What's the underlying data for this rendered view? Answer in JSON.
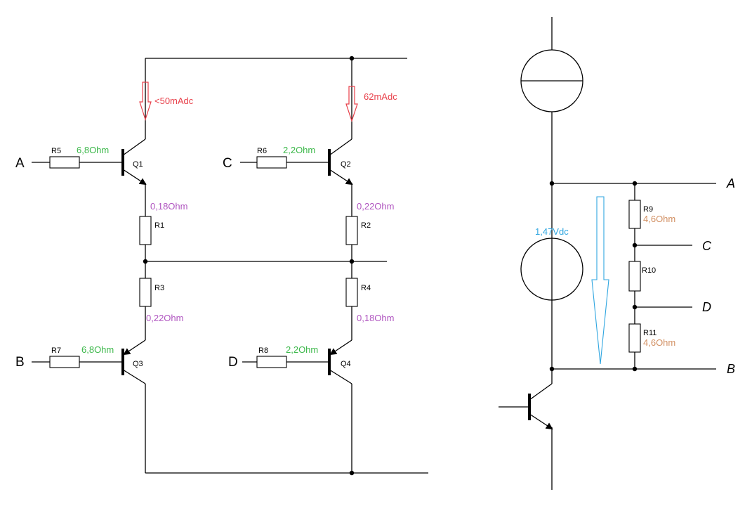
{
  "left_circuit": {
    "nets": {
      "a": "A",
      "b": "B",
      "c": "C",
      "d": "D"
    },
    "transistors": {
      "q1": "Q1",
      "q2": "Q2",
      "q3": "Q3",
      "q4": "Q4"
    },
    "resistors": {
      "r1": {
        "ref": "R1",
        "value": "0,18Ohm"
      },
      "r2": {
        "ref": "R2",
        "value": "0,22Ohm"
      },
      "r3": {
        "ref": "R3",
        "value": "0,22Ohm"
      },
      "r4": {
        "ref": "R4",
        "value": "0,18Ohm"
      },
      "r5": {
        "ref": "R5",
        "value": "6,8Ohm"
      },
      "r6": {
        "ref": "R6",
        "value": "2,2Ohm"
      },
      "r7": {
        "ref": "R7",
        "value": "6,8Ohm"
      },
      "r8": {
        "ref": "R8",
        "value": "2,2Ohm"
      }
    },
    "currents": {
      "q1": "<50mAdc",
      "q2": "62mAdc"
    }
  },
  "right_circuit": {
    "nets": {
      "a": "A",
      "b": "B",
      "c": "C",
      "d": "D"
    },
    "voltage": "1,47Vdc",
    "resistors": {
      "r9": {
        "ref": "R9",
        "value": "4,6Ohm"
      },
      "r10": {
        "ref": "R10"
      },
      "r11": {
        "ref": "R11",
        "value": "4,6Ohm"
      }
    }
  },
  "colors": {
    "resistor_value_green": "#3cb84a",
    "resistor_value_purple": "#b055c0",
    "current_red": "#e8404a",
    "voltage_blue": "#2fa6e0",
    "resistor_value_orange": "#d29063"
  }
}
